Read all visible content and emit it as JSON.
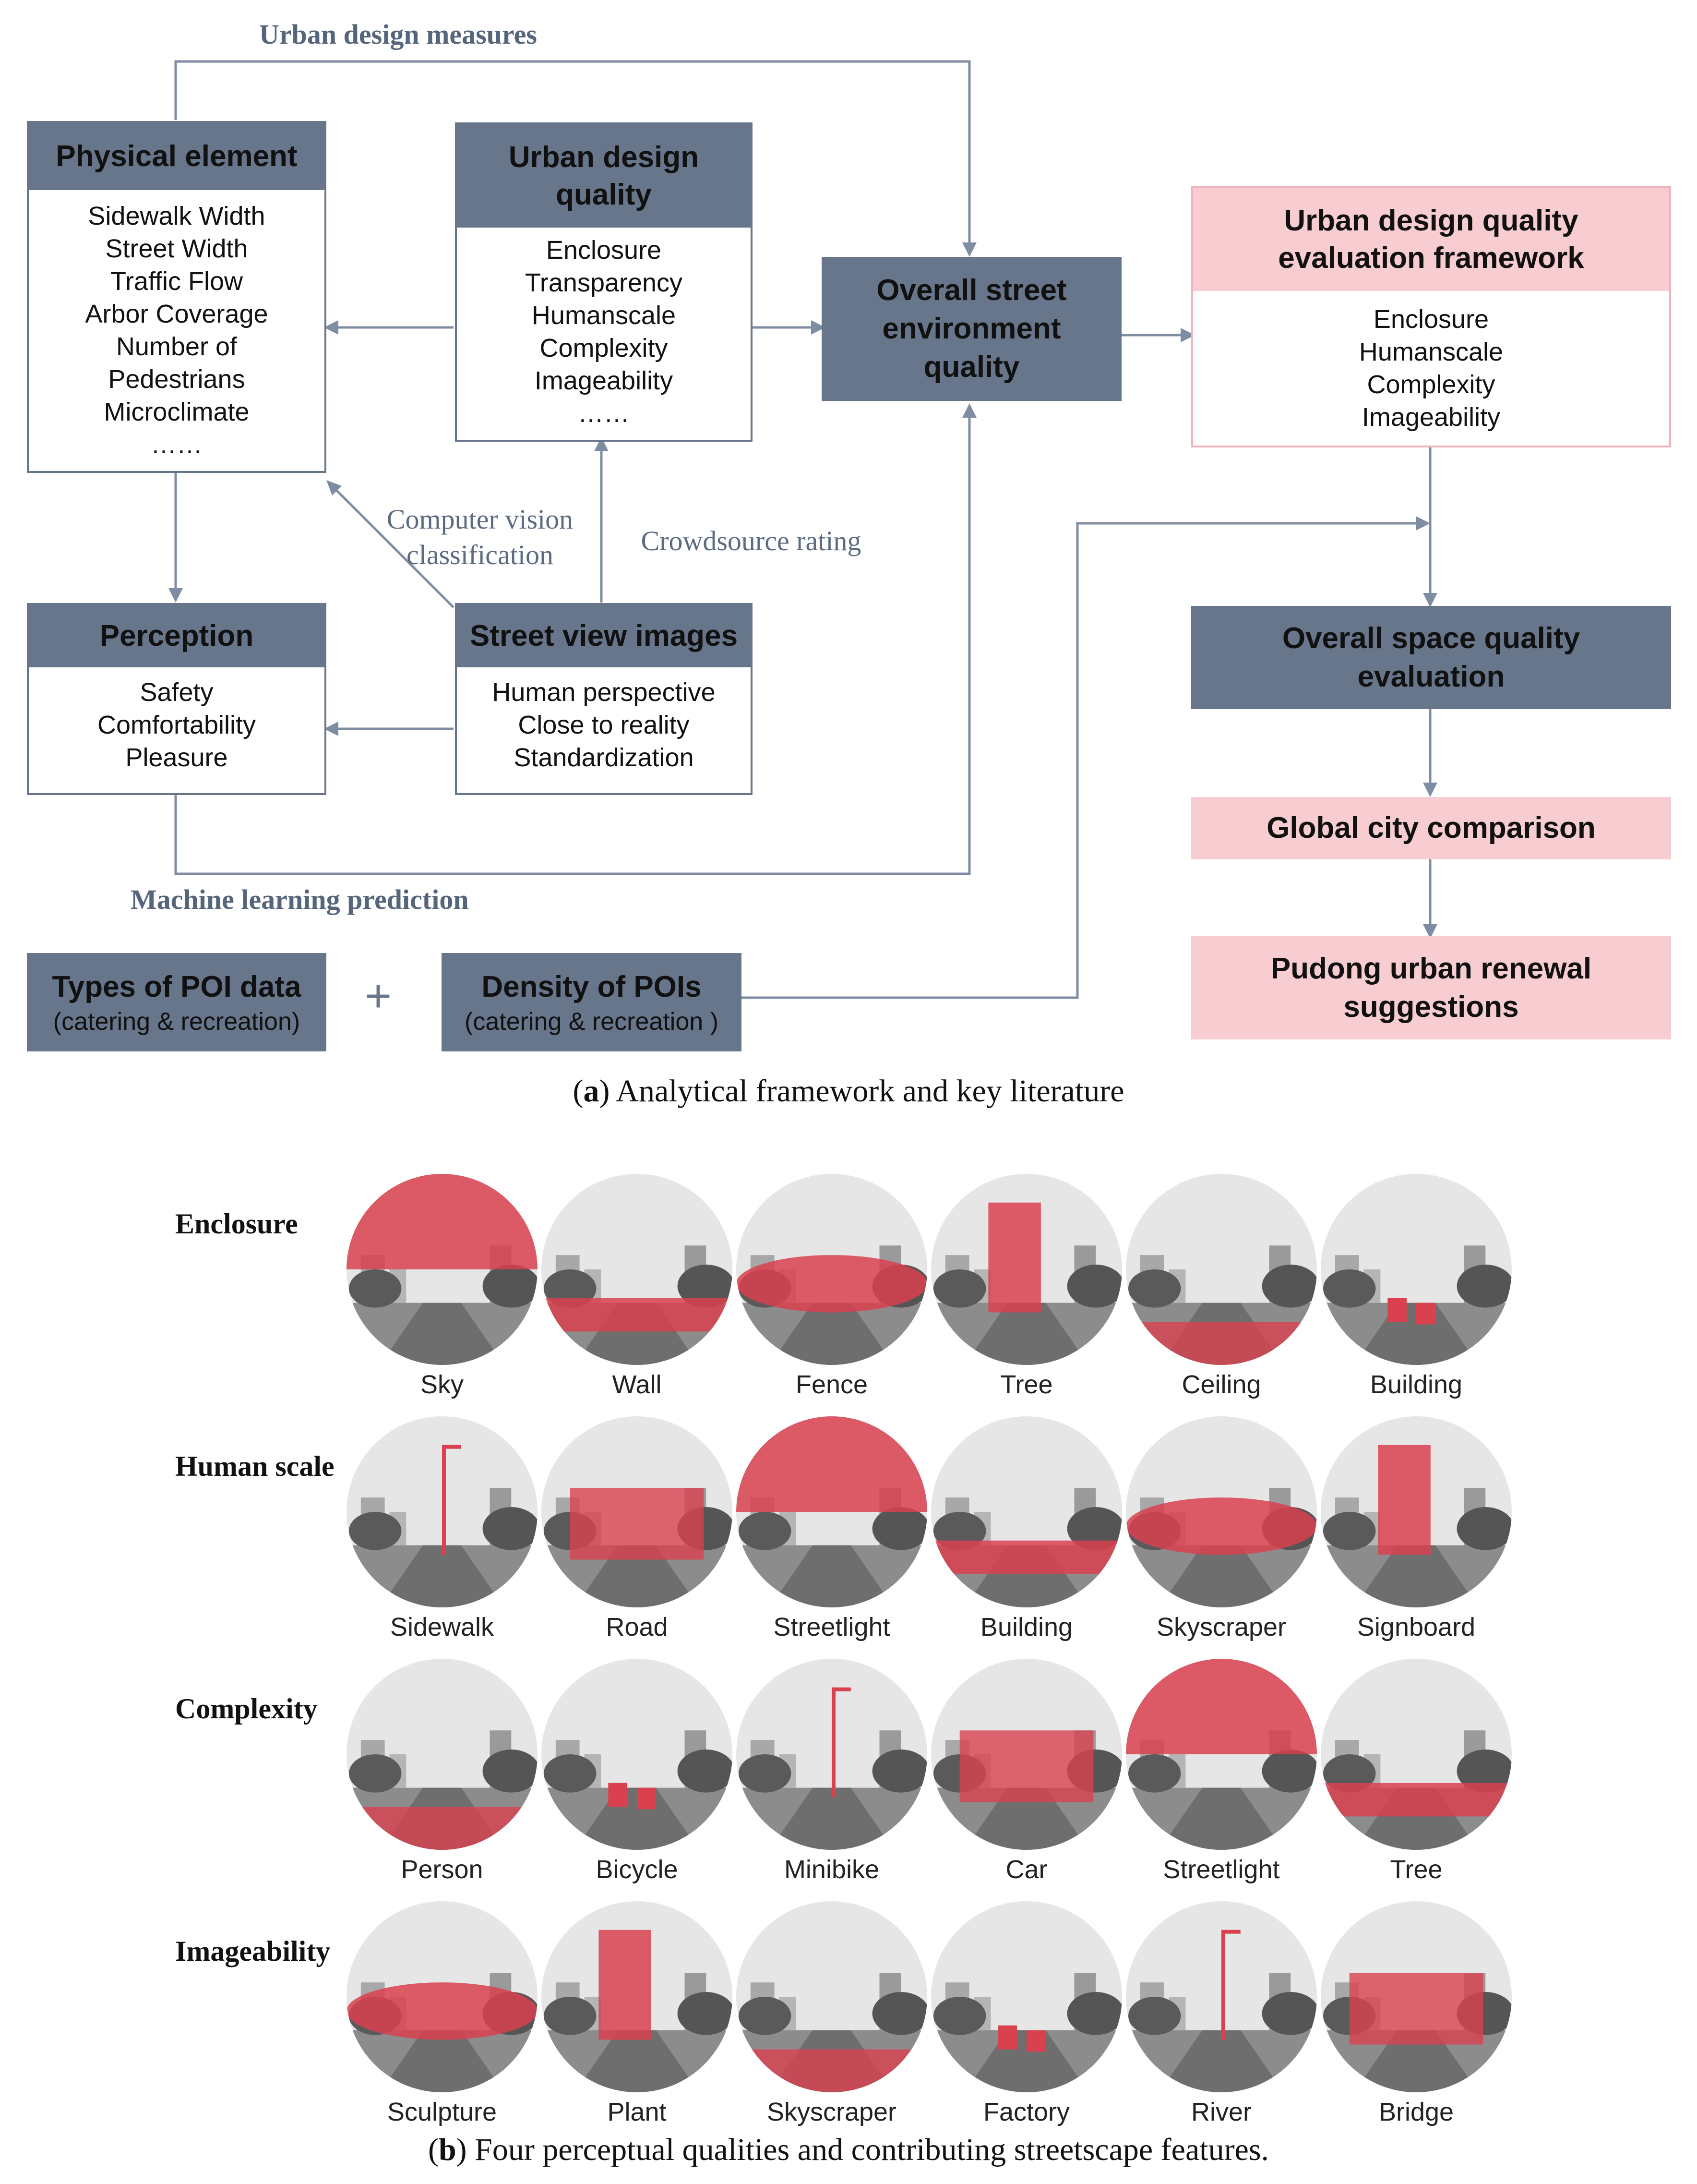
{
  "diagram": {
    "urban_design_measures": "Urban design measures",
    "physical_element": {
      "title": "Physical element",
      "items": [
        "Sidewalk Width",
        "Street Width",
        "Traffic Flow",
        "Arbor Coverage",
        "Number of",
        "Pedestrians",
        "Microclimate",
        "……"
      ]
    },
    "urban_design_quality": {
      "title_line1": "Urban design",
      "title_line2": "quality",
      "items": [
        "Enclosure",
        "Transparency",
        "Humanscale",
        "Complexity",
        "Imageability",
        "……"
      ]
    },
    "overall_street": {
      "line1": "Overall street",
      "line2": "environment",
      "line3": "quality"
    },
    "evaluation_framework": {
      "title_line1": "Urban design quality",
      "title_line2": "evaluation framework",
      "items": [
        "Enclosure",
        "Humanscale",
        "Complexity",
        "Imageability"
      ]
    },
    "computer_vision_line1": "Computer vision",
    "computer_vision_line2": "classification",
    "crowdsource_rating": "Crowdsource rating",
    "perception": {
      "title": "Perception",
      "items": [
        "Safety",
        "Comfortability",
        "Pleasure"
      ]
    },
    "street_view": {
      "title": "Street view images",
      "items": [
        "Human perspective",
        "Close to reality",
        "Standardization"
      ]
    },
    "overall_space": {
      "line1": "Overall space quality",
      "line2": "evaluation"
    },
    "machine_learning": "Machine learning prediction",
    "global_city": "Global city comparison",
    "pudong": {
      "line1": "Pudong urban renewal",
      "line2": "suggestions"
    },
    "poi_types": {
      "title": "Types of POI data",
      "sub": "(catering & recreation)"
    },
    "plus": "+",
    "poi_density": {
      "title": "Density of POIs",
      "sub": "(catering & recreation )"
    }
  },
  "caption_a": {
    "label": "a",
    "open": "(",
    "close": ")",
    "text": " Analytical framework and key literature"
  },
  "streetscape": {
    "rows": [
      {
        "name": "Enclosure",
        "features": [
          "Sky",
          "Wall",
          "Fence",
          "Tree",
          "Ceiling",
          "Building"
        ]
      },
      {
        "name": "Human scale",
        "features": [
          "Sidewalk",
          "Road",
          "Streetlight",
          "Building",
          "Skyscraper",
          "Signboard"
        ]
      },
      {
        "name": "Complexity",
        "features": [
          "Person",
          "Bicycle",
          "Minibike",
          "Car",
          "Streetlight",
          "Tree"
        ]
      },
      {
        "name": "Imageability",
        "features": [
          "Sculpture",
          "Plant",
          "Skyscraper",
          "Factory",
          "River",
          "Bridge"
        ]
      }
    ]
  },
  "caption_b": {
    "label": "b",
    "open": "(",
    "close": ")",
    "text": " Four perceptual qualities and contributing streetscape features."
  },
  "colors": {
    "box_gray": "#67768b",
    "box_pink": "#f7cdd2",
    "highlight_red": "#d9414f",
    "arrow": "#7f8da3"
  }
}
